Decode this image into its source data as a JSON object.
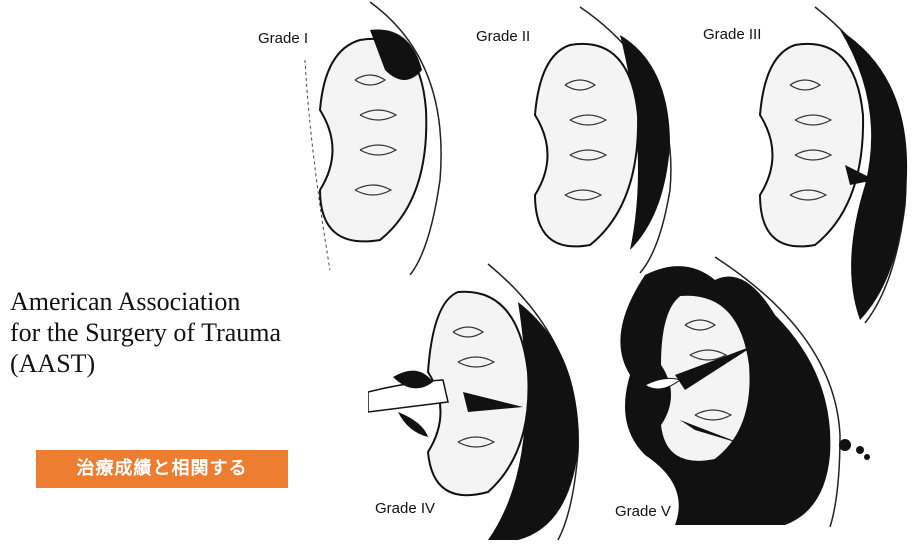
{
  "organization": {
    "lines": [
      "American Association",
      "for the Surgery of Trauma",
      "(AAST)"
    ]
  },
  "badge": {
    "text": "治療成績と相関する",
    "color": "#ed7d31"
  },
  "grades": [
    {
      "label": "Grade I"
    },
    {
      "label": "Grade II"
    },
    {
      "label": "Grade III"
    },
    {
      "label": "Grade IV"
    },
    {
      "label": "Grade V"
    }
  ]
}
